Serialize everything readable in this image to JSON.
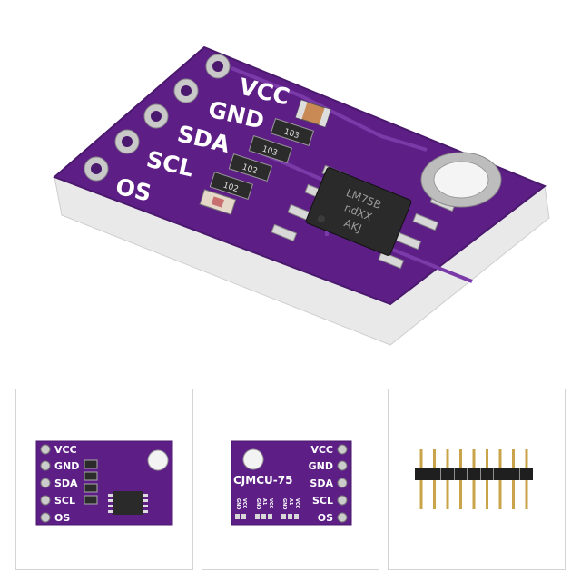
{
  "pins": [
    "VCC",
    "GND",
    "SDA",
    "SCL",
    "OS"
  ],
  "chip_marking": [
    "LM75B",
    "ndXX",
    "AKJ"
  ],
  "resistor_labels": [
    "103",
    "103",
    "102",
    "102"
  ],
  "back_title": "CJMCU-75",
  "back_pad_labels": [
    "GND",
    "VCC",
    "GND",
    "A1",
    "VCC",
    "GND",
    "A1",
    "VCC"
  ],
  "header_pin_count": 9,
  "colors": {
    "pcb": "#5d1f86",
    "pcb_edge": "#4a186d",
    "chip": "#2a2a2a",
    "frame": "#d4d4d4"
  }
}
